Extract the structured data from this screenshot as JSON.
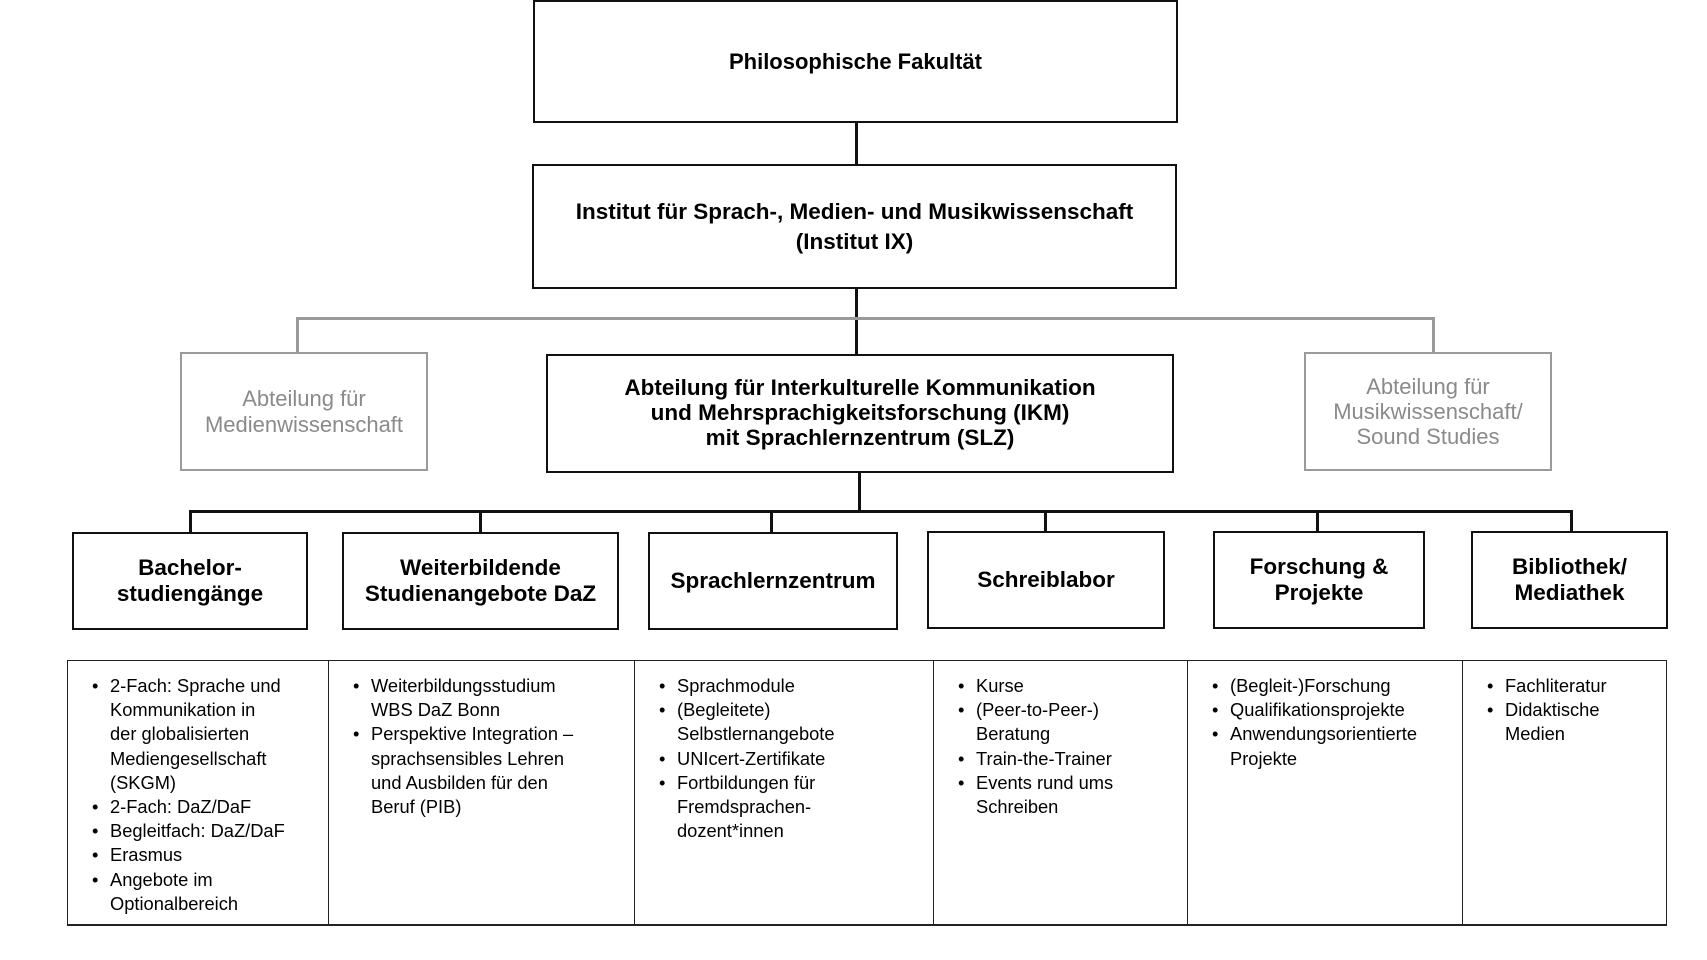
{
  "top": {
    "title": "Philosophische Fakultät"
  },
  "institute": {
    "title": "Institut für Sprach-, Medien- und Musikwissenschaft\n(Institut IX)"
  },
  "departments": {
    "left": "Abteilung für\nMedienwissenschaft",
    "center": "Abteilung für Interkulturelle Kommunikation\nund Mehrsprachigkeitsforschung (IKM)\nmit Sprachlernzentrum (SLZ)",
    "right": "Abteilung für\nMusikwissenschaft/\nSound Studies"
  },
  "units": [
    {
      "title": "Bachelor-\nstudiengänge",
      "items": [
        "2-Fach: Sprache und\nKommunikation  in\nder globalisierten\nMediengesellschaft\n(SKGM)",
        "2-Fach: DaZ/DaF",
        "Begleitfach: DaZ/DaF",
        "Erasmus",
        "Angebote im\nOptionalbereich"
      ]
    },
    {
      "title": "Weiterbildende\nStudienangebote DaZ",
      "items": [
        "Weiterbildungsstudium\nWBS DaZ Bonn",
        "Perspektive Integration –\nsprachsensibles  Lehren\nund Ausbilden  für den\nBeruf (PIB)"
      ]
    },
    {
      "title": "Sprachlernzentrum",
      "items": [
        "Sprachmodule",
        "(Begleitete)\nSelbstlernangebote",
        "UNIcert-Zertifikate",
        "Fortbildungen  für\nFremdsprachen-\ndozent*innen"
      ]
    },
    {
      "title": "Schreiblabor",
      "items": [
        "Kurse",
        "(Peer-to-Peer-)\nBeratung",
        "Train-the-Trainer",
        "Events rund ums\nSchreiben"
      ]
    },
    {
      "title": "Forschung &\nProjekte",
      "items": [
        "(Begleit-)Forschung",
        "Qualifikationsprojekte",
        "Anwendungsorientierte\nProjekte"
      ]
    },
    {
      "title": "Bibliothek/\nMediathek",
      "items": [
        "Fachliteratur",
        "Didaktische\nMedien"
      ]
    }
  ]
}
